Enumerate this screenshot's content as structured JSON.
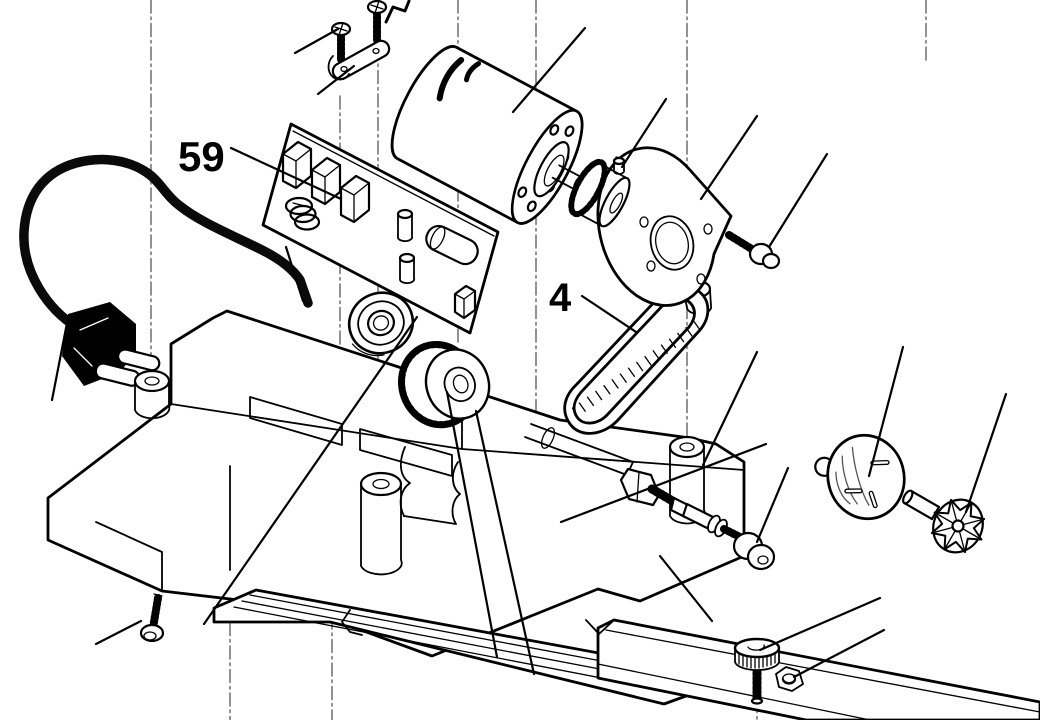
{
  "diagram": {
    "type": "exploded-parts-diagram",
    "background_color": "#ffffff",
    "line_color": "#000000",
    "centerline_color": "#6f6f6f",
    "labels": [
      {
        "text": "59",
        "target": "circuit-board-terminal"
      },
      {
        "text": "4",
        "target": "drive-belt"
      }
    ],
    "parts": [
      {
        "name": "cable-clamp"
      },
      {
        "name": "electric-motor"
      },
      {
        "name": "motor-pinion-pulley"
      },
      {
        "name": "set-screw"
      },
      {
        "name": "motor-mount-plate"
      },
      {
        "name": "mounting-screws"
      },
      {
        "name": "hub-spacer"
      },
      {
        "name": "circuit-board"
      },
      {
        "name": "power-cord-and-plug"
      },
      {
        "name": "drive-belt"
      },
      {
        "name": "ball-bearing-left"
      },
      {
        "name": "toothed-pulley"
      },
      {
        "name": "ball-bearing-right"
      },
      {
        "name": "spindle-shaft"
      },
      {
        "name": "shaft-hex-nut"
      },
      {
        "name": "hex-bolt"
      },
      {
        "name": "base-housing"
      },
      {
        "name": "bed-rail-front"
      },
      {
        "name": "bed-rail-right"
      },
      {
        "name": "cover-disc"
      },
      {
        "name": "fan-impeller"
      },
      {
        "name": "thumbscrew"
      },
      {
        "name": "lock-nut"
      },
      {
        "name": "base-screw"
      }
    ]
  }
}
